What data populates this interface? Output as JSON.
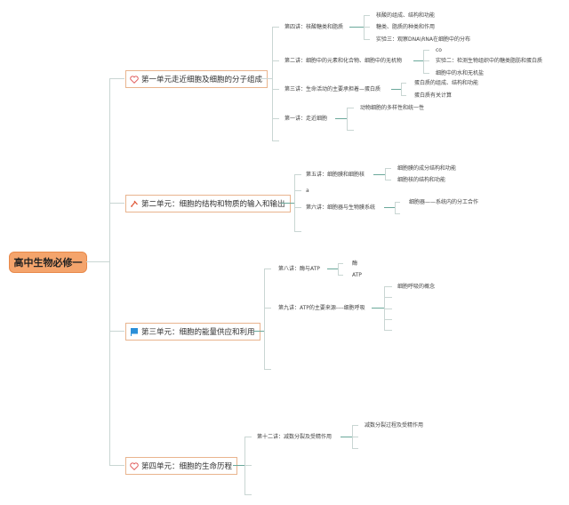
{
  "root": {
    "label": "高中生物必修一",
    "color": "#f4a46c"
  },
  "units": [
    {
      "label": "第一单元走近细胞及细胞的分子组成",
      "icon": "heart-icon",
      "lectures": [
        {
          "label": "第四讲：核酸糖类和脂质",
          "children": [
            "核酸的组成、结构和功能",
            "糖类、脂质的种类和作用",
            "实验三：观察DNA\\RNA在细胞中的分布"
          ]
        },
        {
          "label": "第二讲：细胞中的元素和化合物、细胞中的无机物",
          "children": [
            "co",
            "实验二：检测生物组织中的糖类脂肪和蛋白质",
            "细胞中的水和无机盐"
          ]
        },
        {
          "label": "第三讲：生命活动的主要承担着—蛋白质",
          "children": [
            "蛋白质的组成、结构和功能",
            "蛋白质有关计算"
          ]
        },
        {
          "label": "第一讲：走近细胞",
          "children": [
            "动物细胞的多样性和统一性",
            ""
          ]
        }
      ]
    },
    {
      "label": "第二单元：细胞的结构和物质的输入和输出",
      "icon": "tools-icon",
      "lectures": [
        {
          "label": "第五讲：细胞膜和细胞核",
          "children": [
            "细胞膜的成分结构和功能",
            "细胞核的结构和功能"
          ]
        },
        {
          "label": "a",
          "children": []
        },
        {
          "label": "第六讲：细胞器与生物膜系统",
          "children": [
            "细胞器——系统内的分工合作",
            ""
          ]
        }
      ]
    },
    {
      "label": "第三单元：细胞的能量供应和利用",
      "icon": "flag-icon",
      "lectures": [
        {
          "label": "第八讲：酶与ATP",
          "children": [
            "酶",
            "ATP"
          ]
        },
        {
          "label": "第九讲：ATP的主要来源----细胞呼吸",
          "children": [
            "细胞呼吸的概念",
            "",
            "",
            "",
            ""
          ]
        }
      ]
    },
    {
      "label": "第四单元：细胞的生命历程",
      "icon": "heart-icon",
      "lectures": [
        {
          "label": "第十二讲：减数分裂及受精作用",
          "children": [
            "减数分裂过程及受精作用",
            "",
            ""
          ]
        }
      ]
    }
  ],
  "colors": {
    "unit_border": "#e9b48e",
    "connector": "#c9d6d3",
    "connector_active": "#6aa89a",
    "heart": "#e05a5a",
    "flag": "#2a8fd8"
  }
}
